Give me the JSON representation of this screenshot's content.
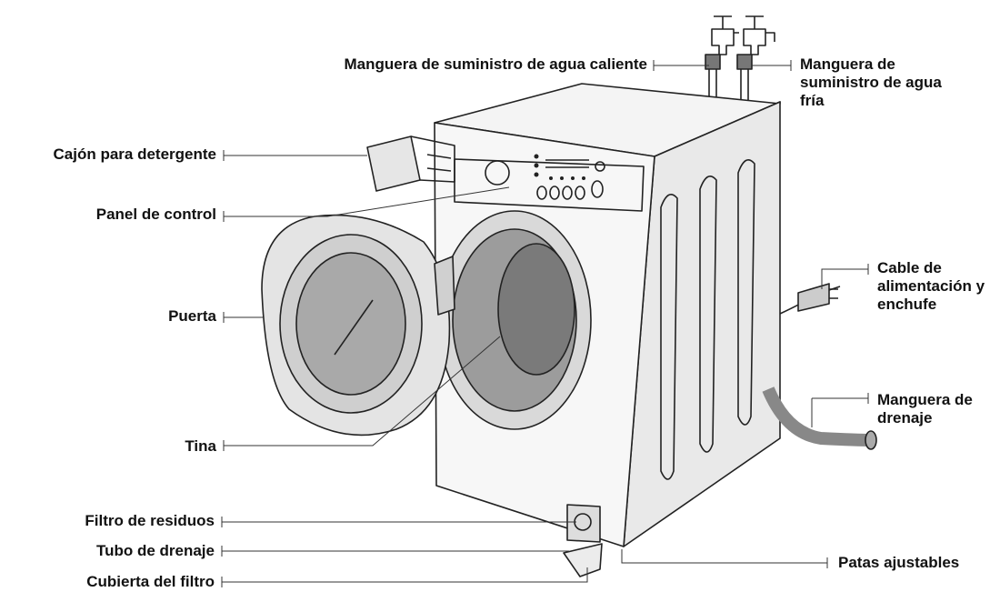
{
  "labels": {
    "hot_water_hose": "Manguera de suministro de agua caliente",
    "cold_water_hose": "Manguera de suministro de agua fría",
    "detergent_drawer": "Cajón para detergente",
    "control_panel": "Panel de control",
    "door": "Puerta",
    "tub": "Tina",
    "debris_filter": "Filtro de residuos",
    "drain_tube": "Tubo de drenaje",
    "filter_cover": "Cubierta del filtro",
    "power_cord": "Cable de alimentación y enchufe",
    "drain_hose": "Manguera de drenaje",
    "leveling_legs": "Patas ajustables"
  }
}
